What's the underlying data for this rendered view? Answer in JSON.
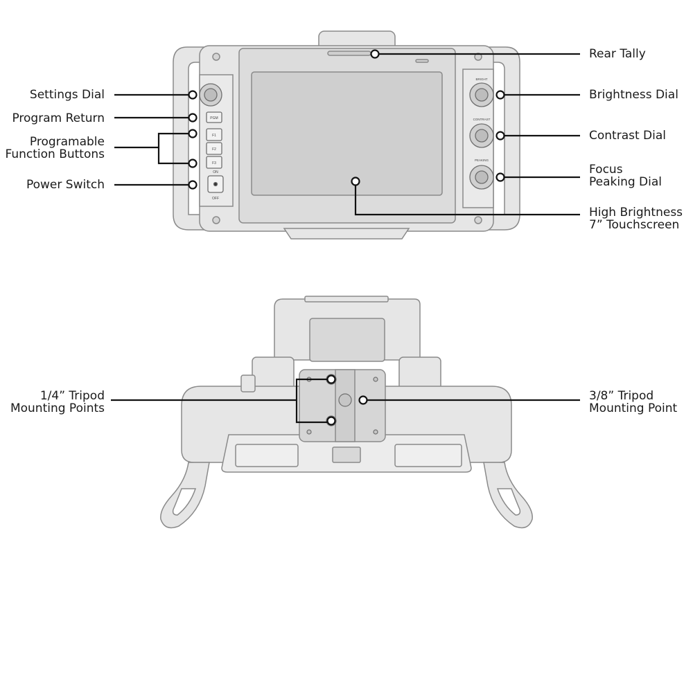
{
  "callouts": {
    "rear_tally": "Rear Tally",
    "settings_dial": "Settings Dial",
    "program_return": "Program Return",
    "programmable_buttons": [
      "Programable",
      "Function Buttons"
    ],
    "power_switch": "Power Switch",
    "brightness_dial": "Brightness Dial",
    "contrast_dial": "Contrast Dial",
    "focus_peaking_dial": [
      "Focus",
      "Peaking Dial"
    ],
    "touchscreen": [
      "High Brightness",
      "7” Touchscreen"
    ],
    "quarter_tripod": [
      "1/4” Tripod",
      "Mounting Points"
    ],
    "three_eighths_tripod": [
      "3/8” Tripod",
      "Mounting Point"
    ]
  },
  "device": {
    "button_labels": [
      "PGM",
      "F1",
      "F2",
      "F3"
    ],
    "switch_labels": [
      "ON",
      "OFF"
    ],
    "dial_labels": [
      "BRIGHT",
      "CONTRAST",
      "PEAKING"
    ]
  },
  "colors": {
    "line": "#111111",
    "body_fill": "#e6e6e6",
    "body_stroke": "#8a8a8a",
    "screen_fill": "#cfcfcf"
  }
}
